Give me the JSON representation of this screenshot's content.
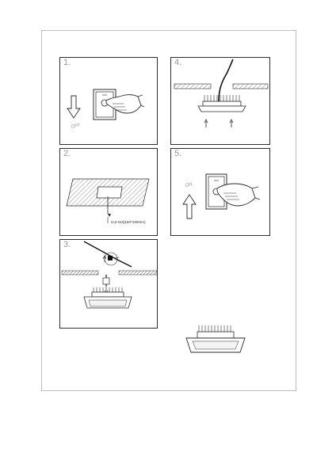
{
  "steps": [
    {
      "number": "1."
    },
    {
      "number": "2."
    },
    {
      "number": "3."
    },
    {
      "number": "4."
    },
    {
      "number": "5."
    }
  ],
  "step1": {
    "switch_label": "OFF"
  },
  "step2": {
    "cut_out_label": "Cut Out(160*160mm)"
  },
  "step5": {
    "switch_label": "ON"
  },
  "colors": {
    "line": "#2b2b2b",
    "step_number": "#9a9a9a",
    "hatch": "#8a8a8a",
    "page_border": "#bdbdbd"
  },
  "icons": [
    "down-arrow-icon",
    "up-arrow-icon",
    "hand-icon",
    "light-switch-icon",
    "downlight-fixture-icon",
    "cable-icon"
  ]
}
